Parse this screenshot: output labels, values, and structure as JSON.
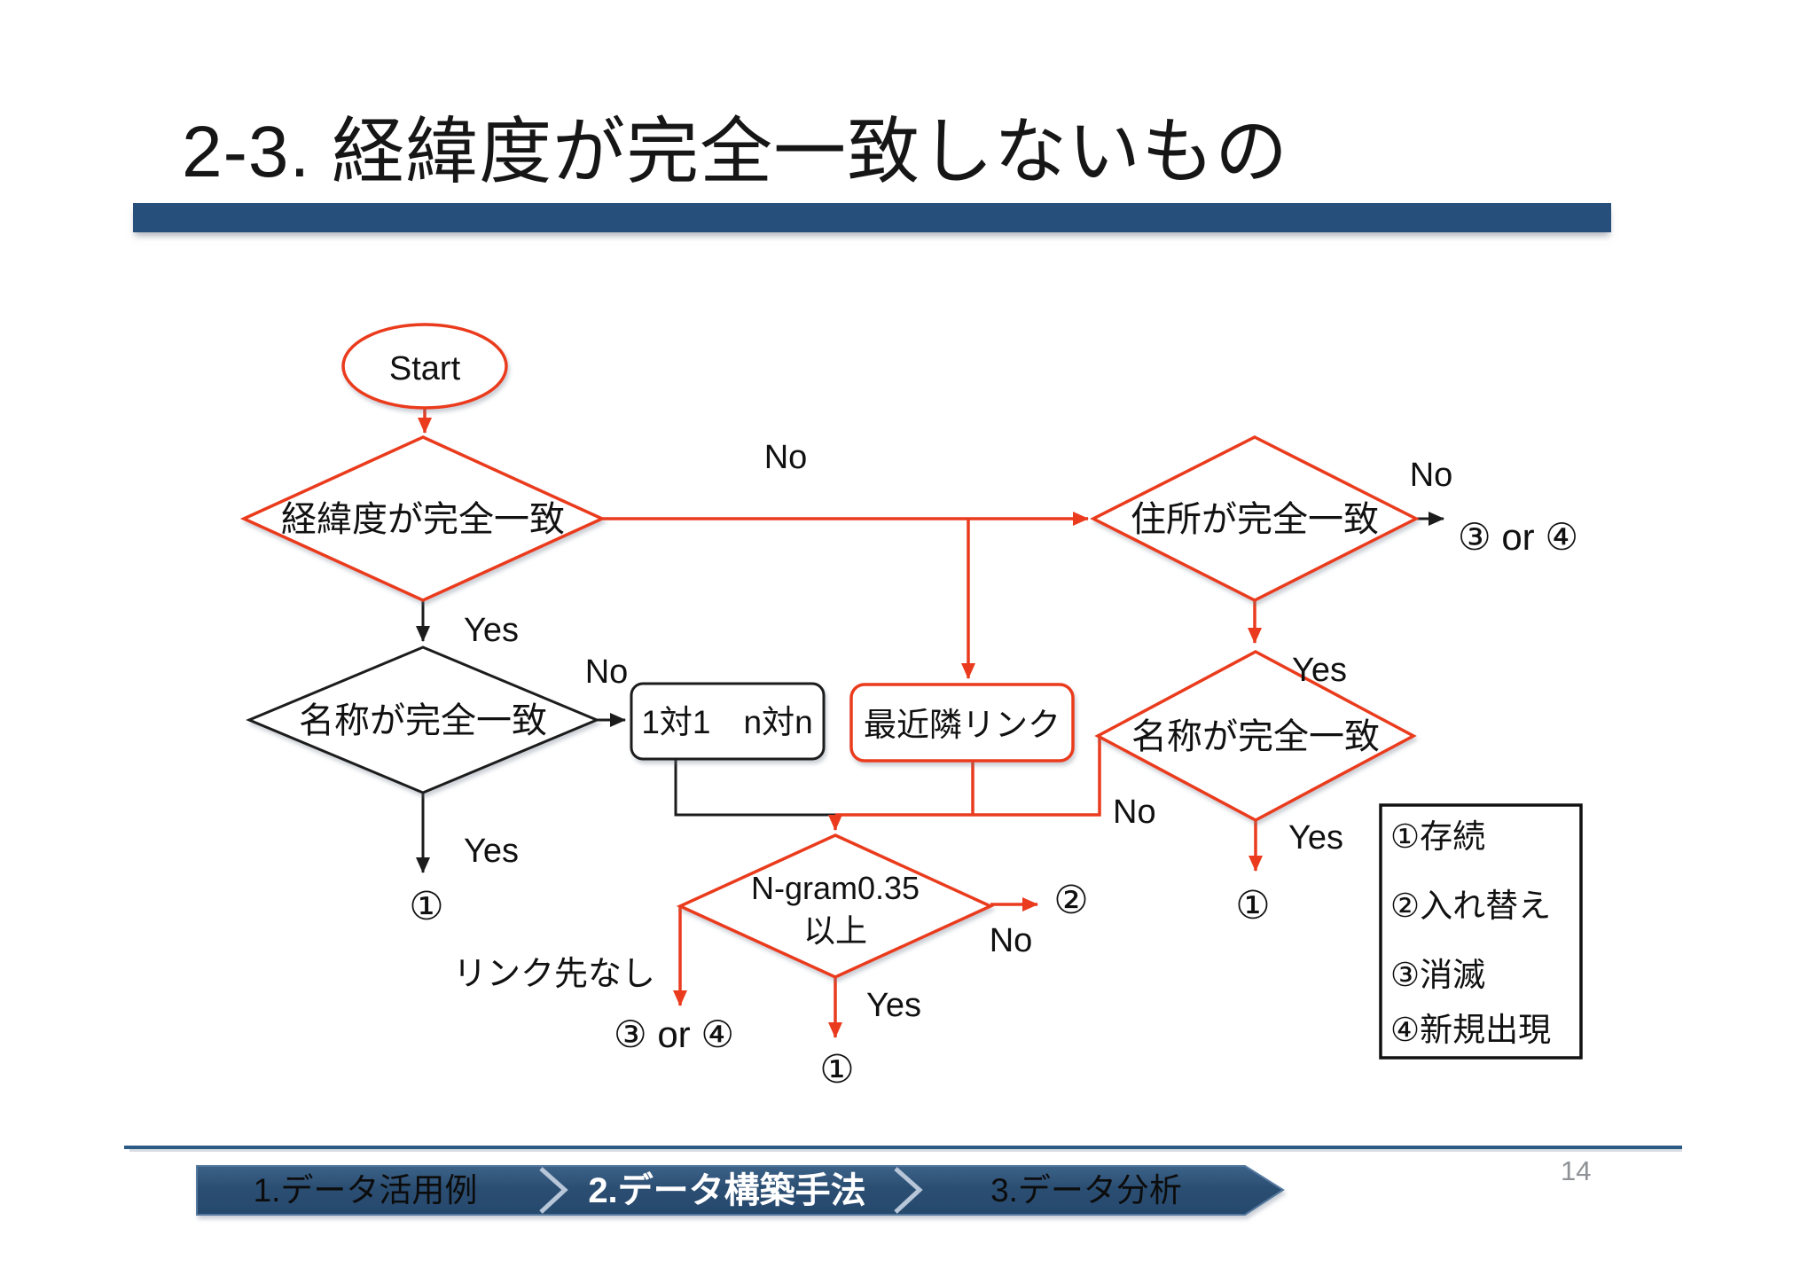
{
  "title": "2-3. 経緯度が完全一致しないもの",
  "flow": {
    "start": "Start",
    "decision_latlon": "経緯度が完全一致",
    "decision_name_left": "名称が完全一致",
    "decision_address": "住所が完全一致",
    "decision_name_right": "名称が完全一致",
    "decision_ngram_line1": "N-gram0.35",
    "decision_ngram_line2": "以上",
    "process_pair": "1対1　n対n",
    "process_nearest": "最近隣リンク",
    "label_yes": "Yes",
    "label_no": "No",
    "label_no_link": "リンク先なし",
    "outcome_1": "①",
    "outcome_2": "②",
    "outcome_3or4": "③ or ④"
  },
  "legend": {
    "items": [
      "①存続",
      "②入れ替え",
      "③消滅",
      "④新規出現"
    ]
  },
  "footer": {
    "nav": [
      "1.データ活用例",
      "2.データ構築手法",
      "3.データ分析"
    ],
    "page_number": "14"
  }
}
